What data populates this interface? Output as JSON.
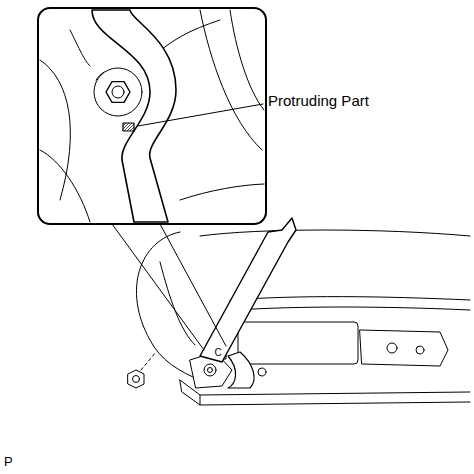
{
  "diagram": {
    "labels": [
      "Protruding Part",
      "C",
      "P"
    ]
  }
}
